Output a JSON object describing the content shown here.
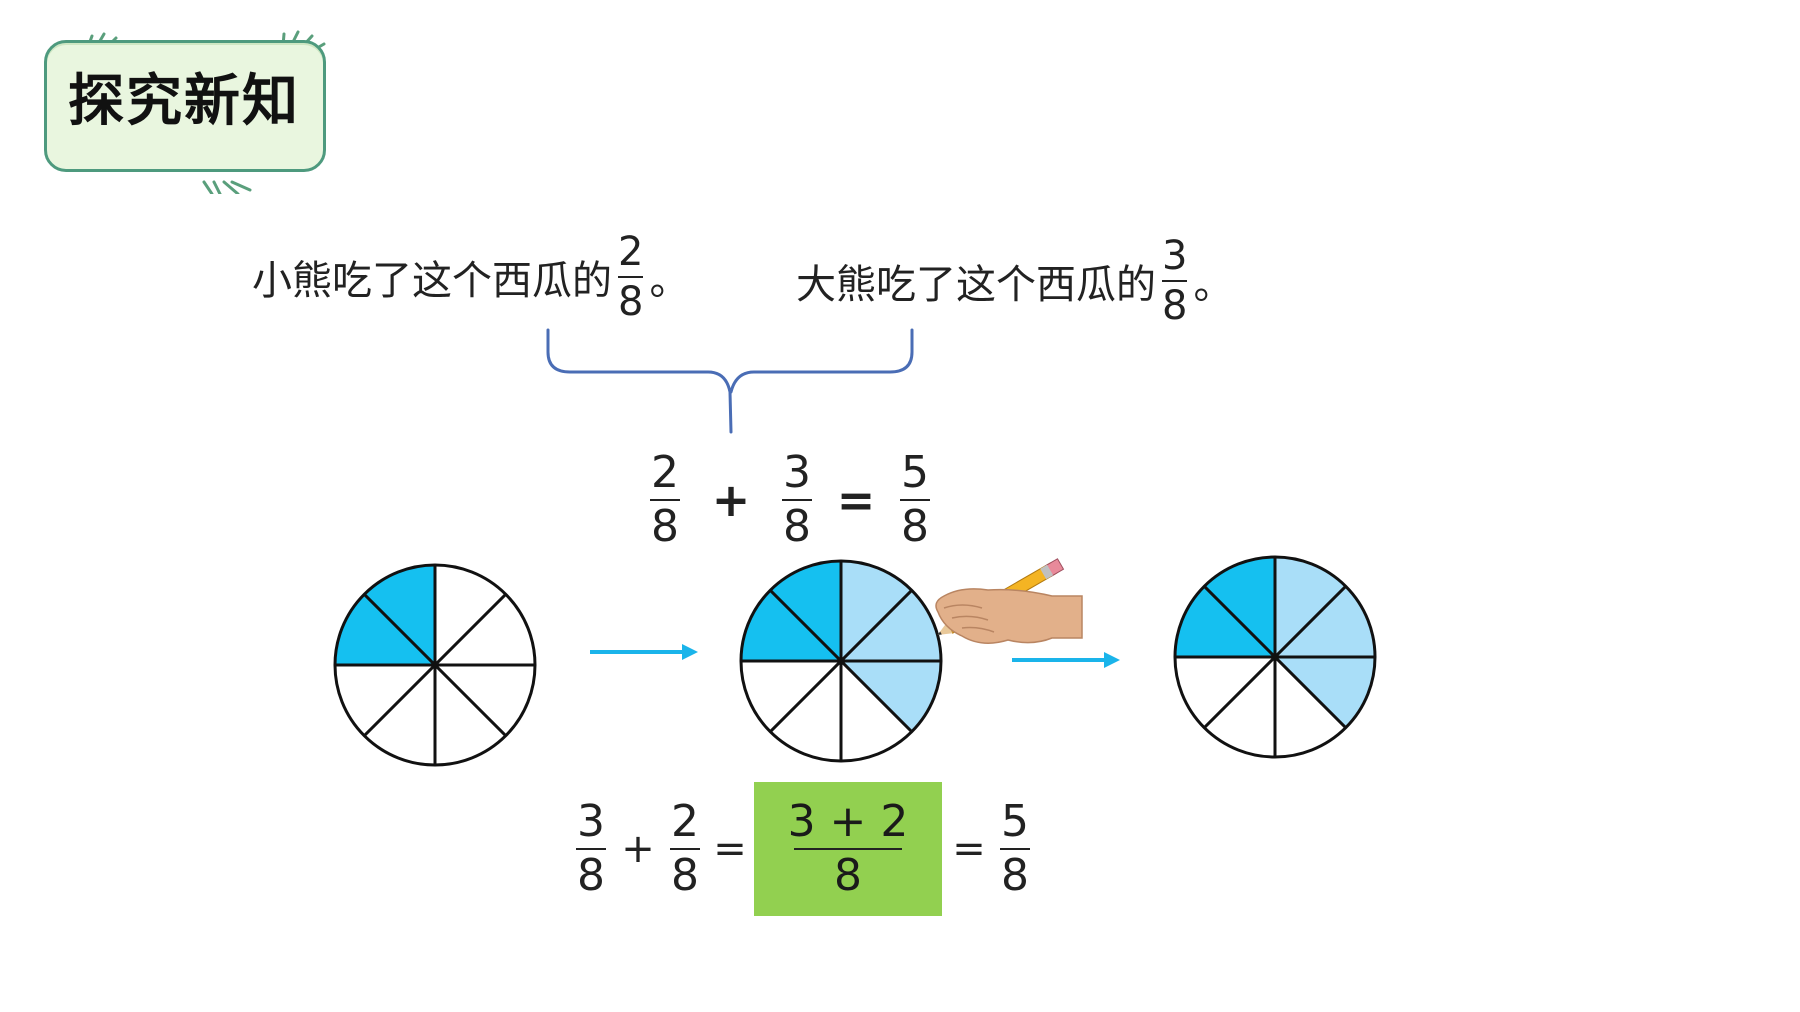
{
  "header": {
    "title": "探究新知"
  },
  "statements": [
    {
      "prefix": "小熊吃了这个西瓜的",
      "numerator": "2",
      "denominator": "8",
      "suffix": "。"
    },
    {
      "prefix": "大熊吃了这个西瓜的",
      "numerator": "3",
      "denominator": "8",
      "suffix": "。"
    }
  ],
  "equation_top": {
    "a": {
      "numerator": "2",
      "denominator": "8"
    },
    "plus": "+",
    "b": {
      "numerator": "3",
      "denominator": "8"
    },
    "equals": "=",
    "result": {
      "numerator": "5",
      "denominator": "8"
    }
  },
  "equation_bottom": {
    "a": {
      "numerator": "3",
      "denominator": "8"
    },
    "plus": "+",
    "b": {
      "numerator": "2",
      "denominator": "8"
    },
    "equals1": "=",
    "combined": {
      "numerator": "3 + 2",
      "denominator": "8"
    },
    "equals2": "=",
    "result": {
      "numerator": "5",
      "denominator": "8"
    }
  },
  "circles": [
    {
      "slices": 8,
      "dark_shaded": 2,
      "light_shaded": 0
    },
    {
      "slices": 8,
      "dark_shaded": 2,
      "light_shaded": 3
    },
    {
      "slices": 8,
      "dark_shaded": 2,
      "light_shaded": 3
    }
  ],
  "colors": {
    "dark_fill": "#15c0f0",
    "light_fill": "#a9def8",
    "arrow": "#1ab4ea",
    "bracket": "#4a6db5",
    "highlight_box": "#92d050",
    "badge_bg": "#e9f6df",
    "badge_border": "#4e9a7e"
  },
  "icons": [
    "hand-with-pencil-icon",
    "arrow-right-icon",
    "palm-leaf-icon"
  ]
}
